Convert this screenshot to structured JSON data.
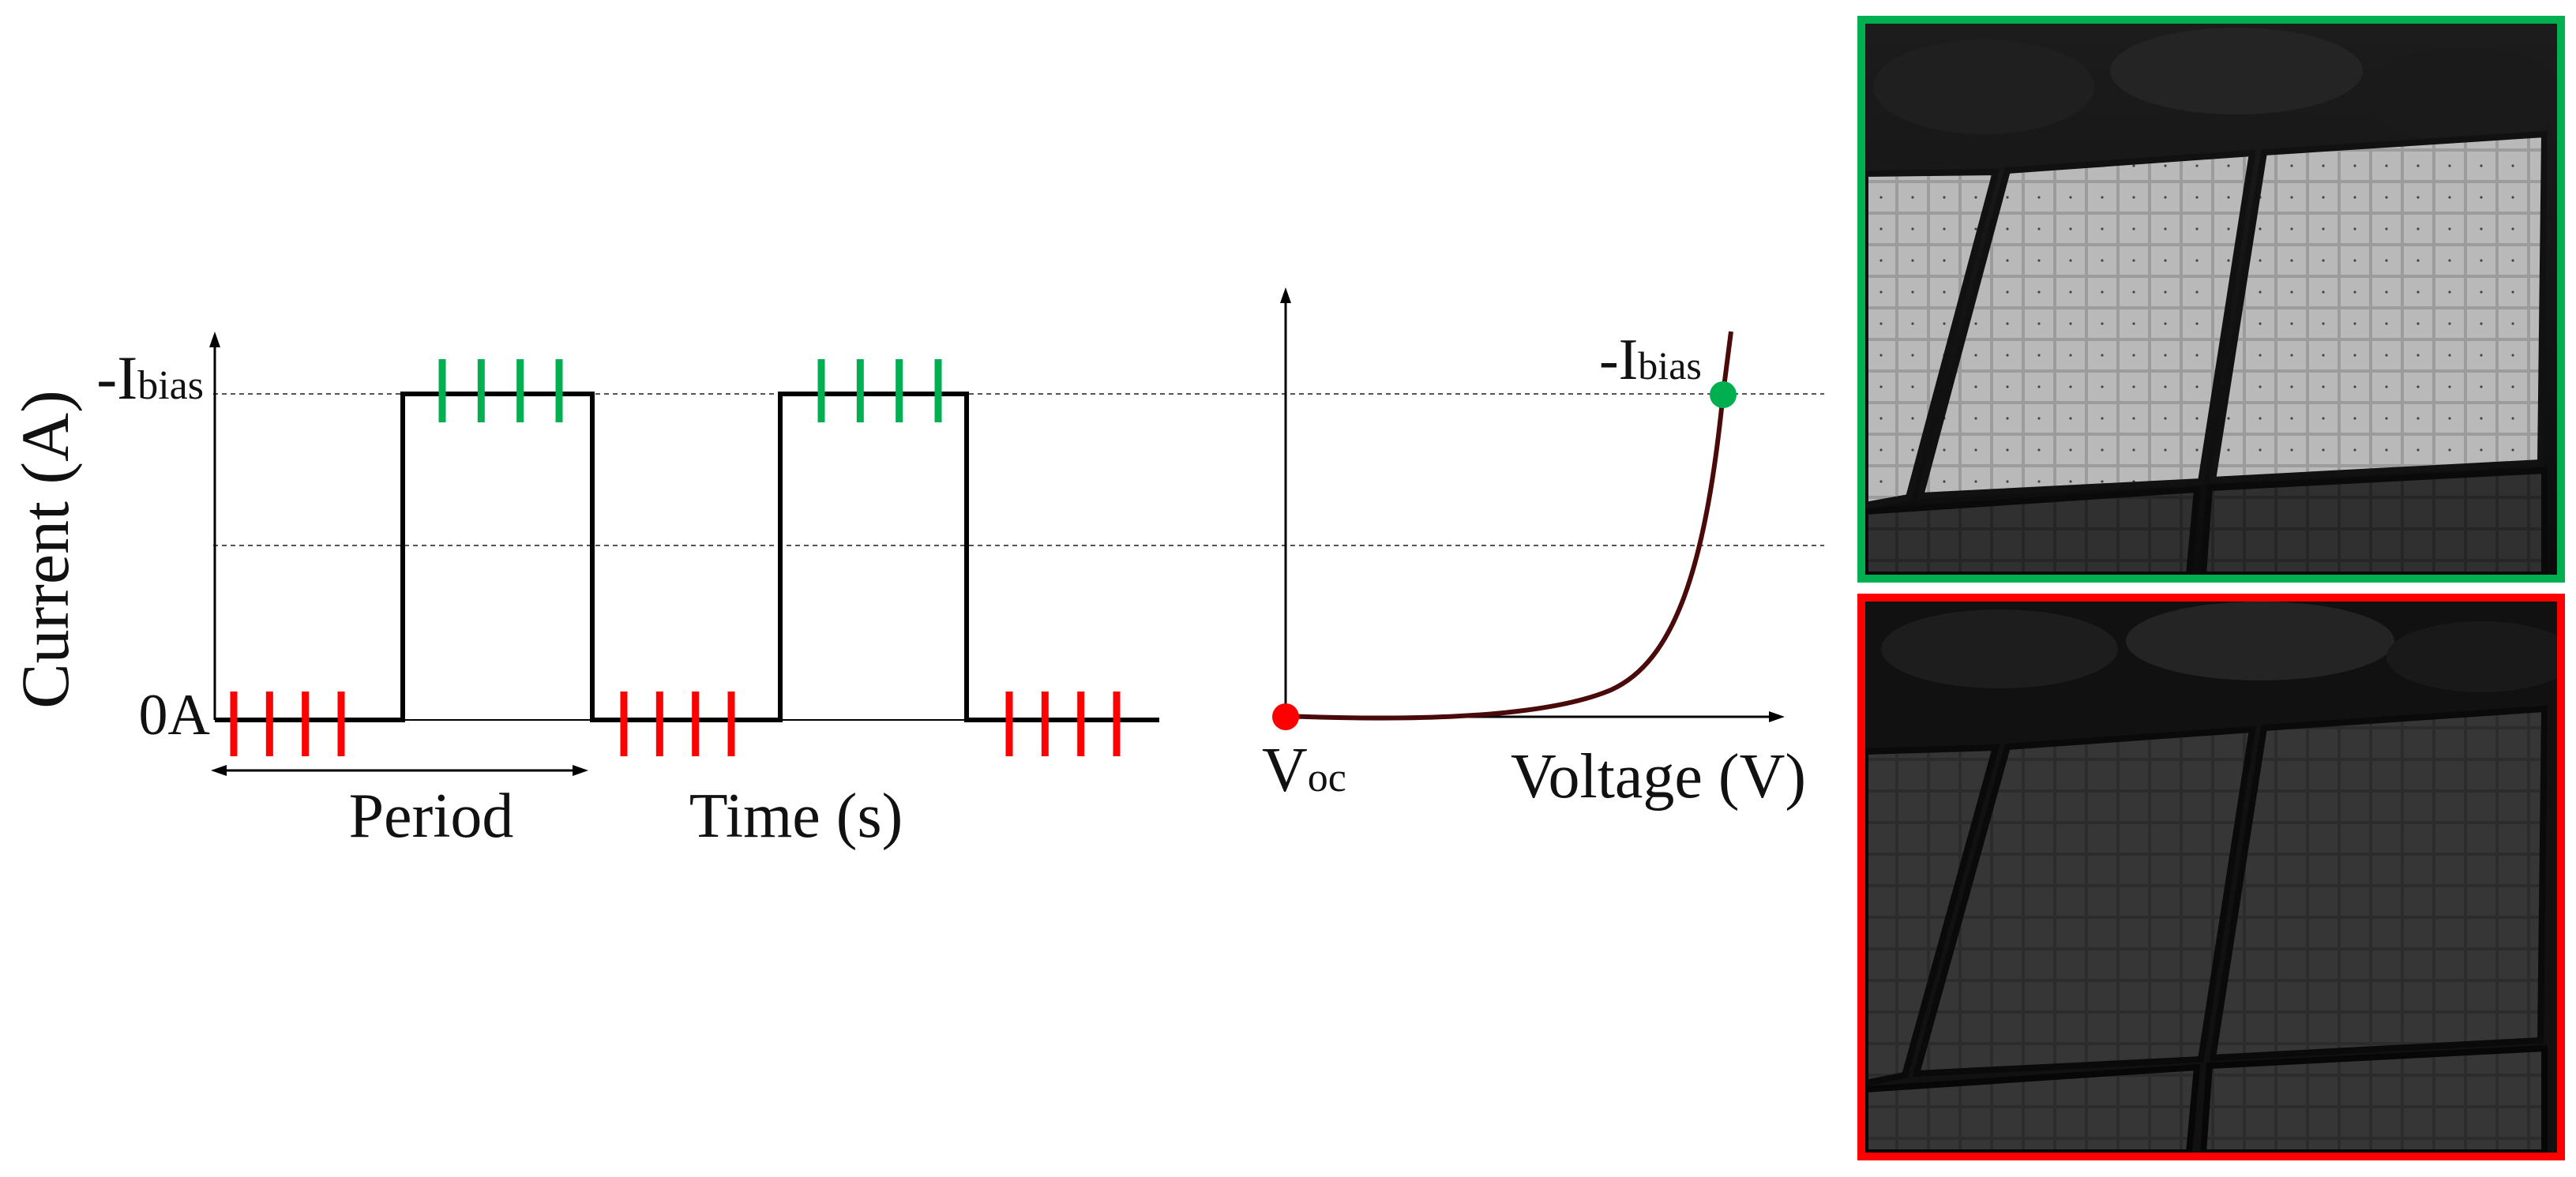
{
  "diagram": {
    "y_axis_label": "Current (A)",
    "bias_label_prefix": "-I",
    "bias_label_sub": "bias",
    "zero_label": "0A",
    "period_label": "Period",
    "time_label": "Time (s)",
    "voc_label_main": "V",
    "voc_label_sub": "oc",
    "voltage_label": "Voltage (V)",
    "iv_bias_prefix": "-I",
    "iv_bias_sub": "bias",
    "high_marker_color": "#00b050",
    "low_marker_color": "#ff0000",
    "iv_curve_color": "#4a0a0a",
    "square_wave": {
      "low_segments": 3,
      "high_segments": 2,
      "ticks_per_segment": 4
    }
  },
  "panels": {
    "top": {
      "border_color": "#00b050",
      "description_icon": "solar-panel-electroluminescence-icon"
    },
    "bottom": {
      "border_color": "#ff0000",
      "description_icon": "solar-panel-dark-icon"
    }
  }
}
